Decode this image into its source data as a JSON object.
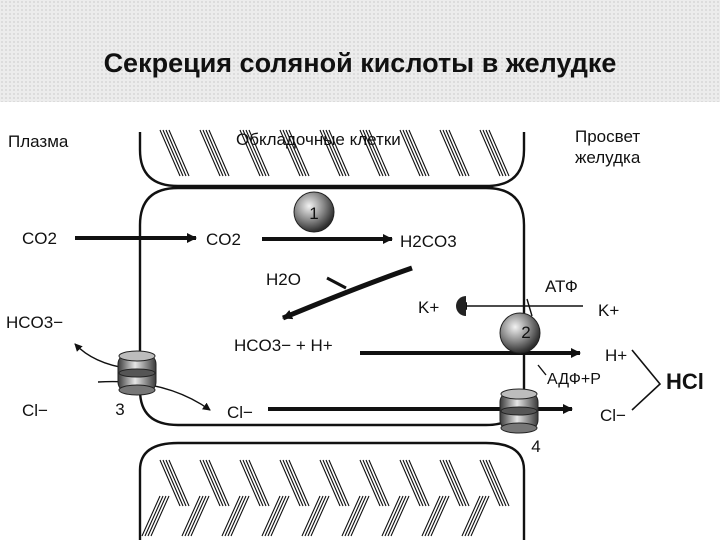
{
  "title": "Секреция соляной кислоты в желудке",
  "regions": {
    "plasma": "Плазма",
    "cells": "Обкладочные клетки",
    "lumen_line1": "Просвет",
    "lumen_line2": "желудка"
  },
  "labels": {
    "co2_plasma": "CO2",
    "co2_cell": "CO2",
    "h2co3": "H2CO3",
    "h2o": "H2O",
    "k_cell": "K+",
    "atp": "АТФ",
    "k_lumen": "K+",
    "hco3_plasma": "HCO3−",
    "hco3_h": "HCO3− + H+",
    "h_lumen": "H+",
    "adp_p": "АДФ+Р",
    "cl_plasma": "Cl−",
    "cl_cell": "Cl−",
    "cl_lumen": "Cl−",
    "hcl": "HCl"
  },
  "numbers": {
    "enzyme": "1",
    "pump": "2",
    "exchanger": "3",
    "channel": "4"
  }
}
